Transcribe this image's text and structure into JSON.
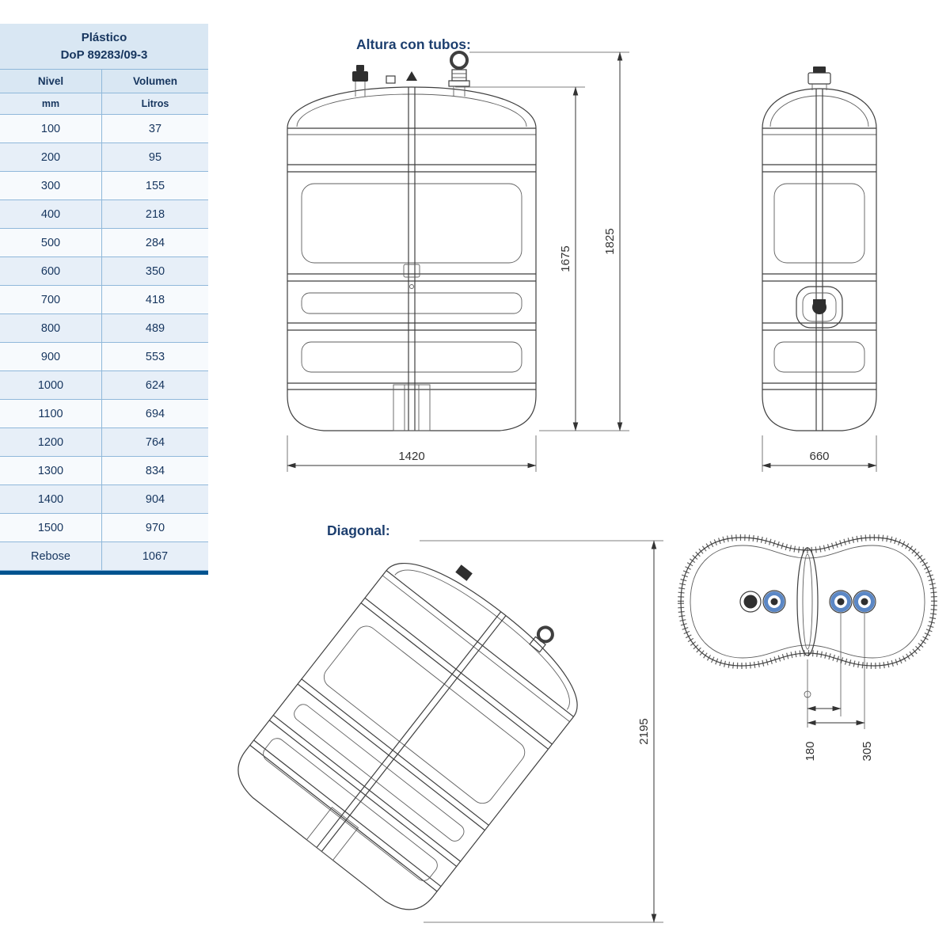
{
  "table": {
    "title": "Plástico",
    "subtitle": "DoP 89283/09-3",
    "columns": {
      "level": "Nivel",
      "volume": "Volumen"
    },
    "units": {
      "level": "mm",
      "volume": "Litros"
    },
    "rows": [
      {
        "level": "100",
        "volume": "37"
      },
      {
        "level": "200",
        "volume": "95"
      },
      {
        "level": "300",
        "volume": "155"
      },
      {
        "level": "400",
        "volume": "218"
      },
      {
        "level": "500",
        "volume": "284"
      },
      {
        "level": "600",
        "volume": "350"
      },
      {
        "level": "700",
        "volume": "418"
      },
      {
        "level": "800",
        "volume": "489"
      },
      {
        "level": "900",
        "volume": "553"
      },
      {
        "level": "1000",
        "volume": "624"
      },
      {
        "level": "1100",
        "volume": "694"
      },
      {
        "level": "1200",
        "volume": "764"
      },
      {
        "level": "1300",
        "volume": "834"
      },
      {
        "level": "1400",
        "volume": "904"
      },
      {
        "level": "1500",
        "volume": "970"
      },
      {
        "level": "Rebose",
        "volume": "1067"
      }
    ]
  },
  "front_view": {
    "label": "Altura con tubos:",
    "height_tank": "1675",
    "height_with_tubes": "1825",
    "width": "1420"
  },
  "side_view": {
    "depth": "660"
  },
  "diagonal_view": {
    "label": "Diagonal:",
    "diagonal": "2195"
  },
  "top_view": {
    "offset_1": "180",
    "offset_2": "305"
  },
  "colors": {
    "navy_text": "#16355e",
    "table_header_bg": "#d9e7f3",
    "table_rule": "#8fb8da",
    "bottom_bar": "#00538f",
    "drawing_line": "#3f3f3f",
    "port_blue": "#5b87c5"
  }
}
